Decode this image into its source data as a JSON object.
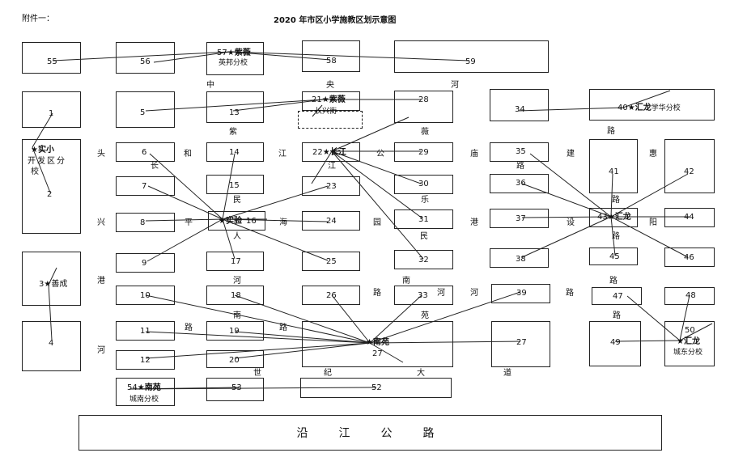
{
  "header": {
    "attachment": "附件一：",
    "title": "2020 年市区小学施教区划示意图"
  },
  "footer_label": "沿　江　公　路",
  "nodes": {
    "1": "1",
    "2": "2",
    "3": "3",
    "4": "4",
    "5": "5",
    "6": "6",
    "7": "7",
    "8": "8",
    "9": "9",
    "10": "10",
    "11": "11",
    "12": "12",
    "13": "13",
    "14": "14",
    "15": "15",
    "16": "16",
    "17": "17",
    "18": "18",
    "19": "19",
    "20": "20",
    "21": "21",
    "22": "22",
    "23": "23",
    "24": "24",
    "25": "25",
    "26": "26",
    "27a": "27",
    "27b": "27",
    "28": "28",
    "29": "29",
    "30": "30",
    "31": "31",
    "32": "32",
    "33": "33",
    "34": "34",
    "35": "35",
    "36": "36",
    "37": "37",
    "38": "38",
    "39": "39",
    "40": "40",
    "41": "41",
    "42": "42",
    "43": "43",
    "44": "44",
    "45": "45",
    "46": "46",
    "47": "47",
    "48": "48",
    "49": "49",
    "50": "50",
    "52": "52",
    "53": "53",
    "54": "54",
    "55": "55",
    "56": "56",
    "57": "57",
    "58": "58",
    "59": "59"
  },
  "schools": {
    "ziwei_57": "★紫薇",
    "ziwei_57_branch": "英邦分校",
    "ziwei_21": "★紫薇",
    "ziwei_21_branch": "长兴街",
    "changjiang": "★长江",
    "shixiao": "★实小",
    "shixiao_branch": "开发区分",
    "shixiao_branch2": "校",
    "shancheng": "★善成",
    "shiyan": "★实验",
    "huilong_40": "★汇龙",
    "huilong_40_branch": "学华分校",
    "huilong_43": "★汇龙",
    "huilong_50": "★汇龙",
    "huilong_50_branch": "城东分校",
    "nanyuan": "★南苑",
    "nanyuan_54": "★南苑",
    "nanyuan_54_branch": "城南分校"
  },
  "roads": {
    "zh_zhong": "中",
    "zh_yang": "央",
    "zh_he": "河",
    "zw_zi": "紫",
    "zw_wei": "薇",
    "tou": "头",
    "he_c": "和",
    "jiang_c": "江",
    "gong": "公",
    "miao": "庙",
    "jian": "建",
    "hui": "惠",
    "lu1": "路",
    "lu2": "路",
    "chang": "长",
    "jiang2": "江",
    "min1": "民",
    "le": "乐",
    "xing": "兴",
    "ping": "平",
    "hai": "海",
    "yuan1": "园",
    "gang1": "港",
    "she": "设",
    "yang2": "阳",
    "ren": "人",
    "min2": "民",
    "lu3": "路",
    "lu4": "路",
    "gang2": "港",
    "he2": "河",
    "lu5": "路",
    "nan2": "南",
    "he3": "河",
    "he4": "河",
    "lu6": "路",
    "lu7": "路",
    "nan1": "南",
    "yuan2": "苑",
    "lu8": "路",
    "lu9": "路",
    "lu10": "路",
    "he5": "河",
    "shi": "世",
    "ji": "纪",
    "da": "大",
    "dao": "道"
  }
}
